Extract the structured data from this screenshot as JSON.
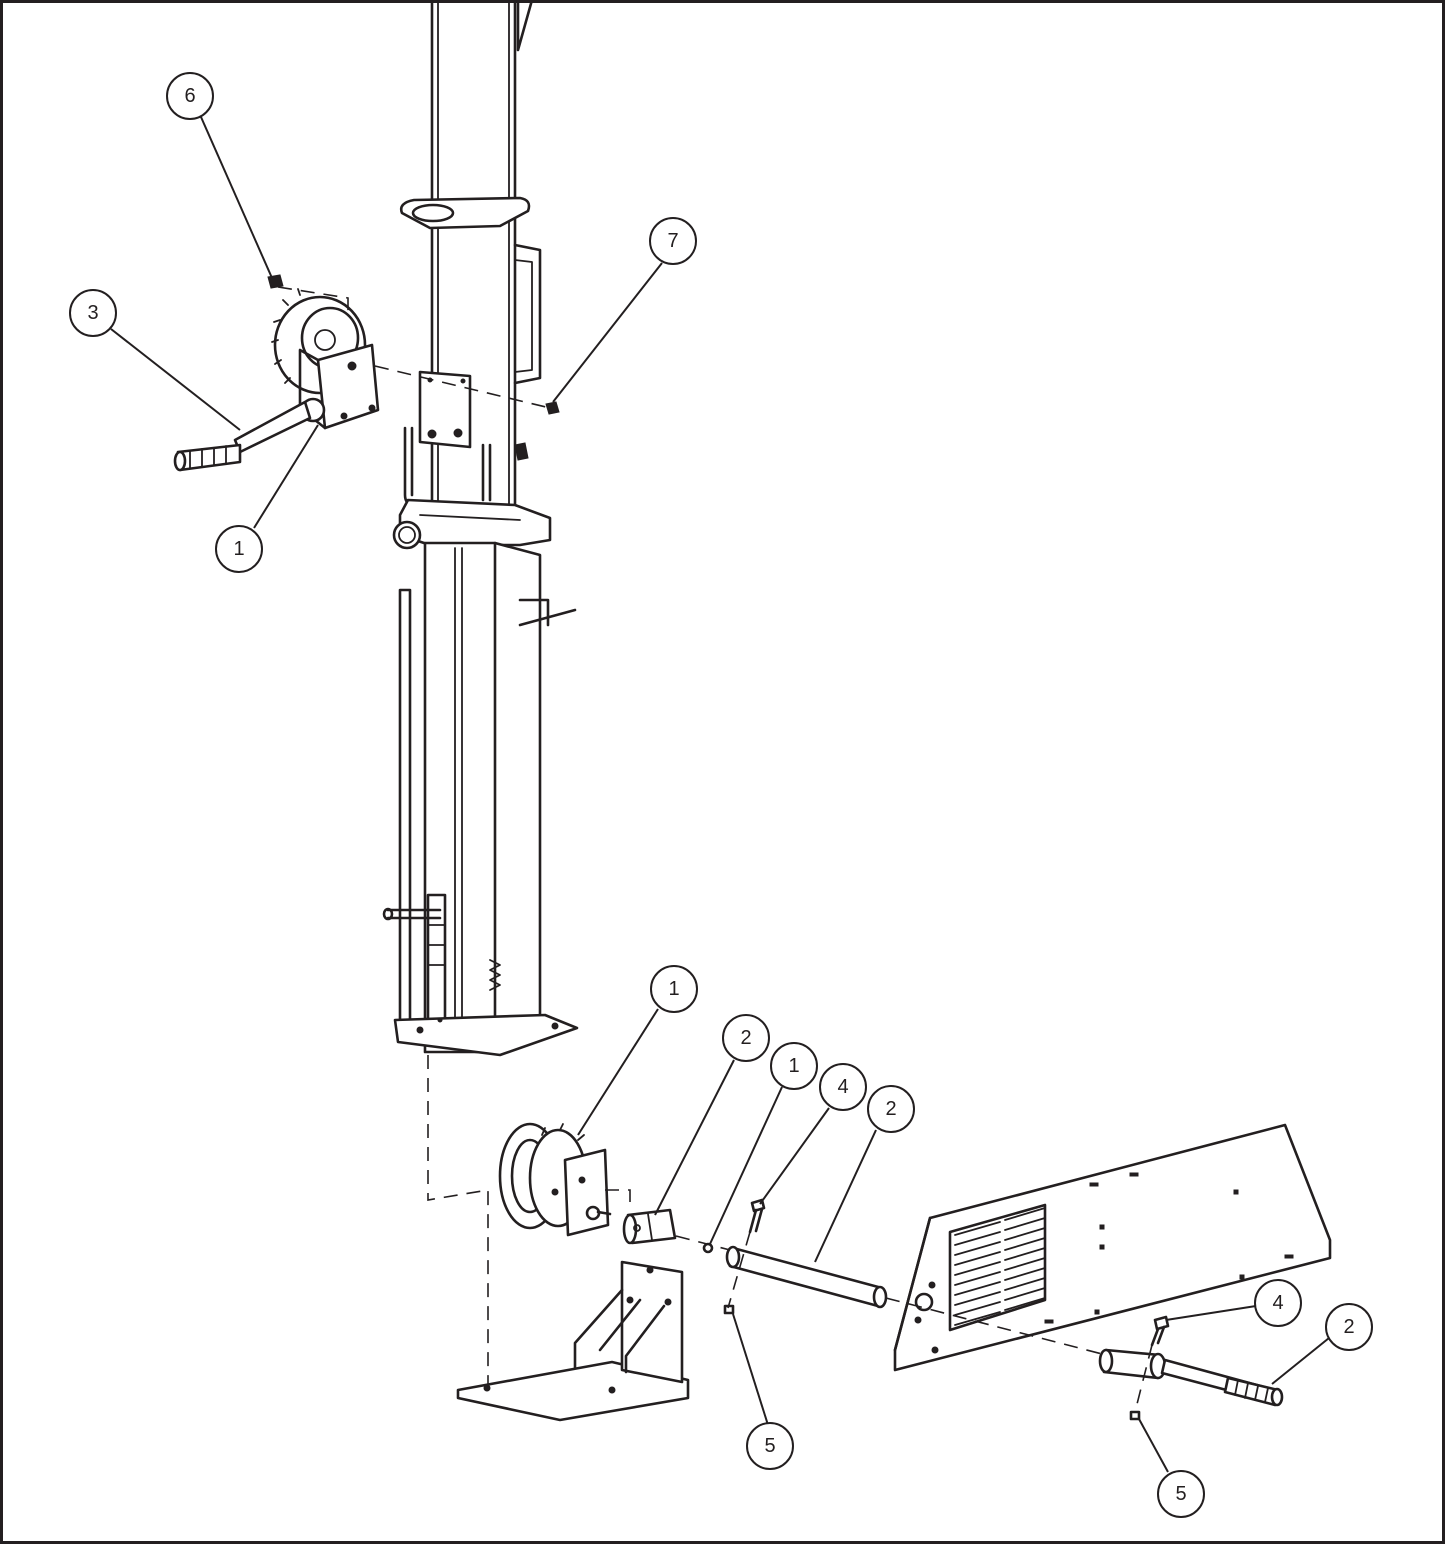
{
  "callouts": [
    {
      "id": "c6-top",
      "label": "6"
    },
    {
      "id": "c7-top",
      "label": "7"
    },
    {
      "id": "c3-top",
      "label": "3"
    },
    {
      "id": "c1-top",
      "label": "1"
    },
    {
      "id": "c1-lower-winch",
      "label": "1"
    },
    {
      "id": "c2-sleeve",
      "label": "2"
    },
    {
      "id": "c1-washer",
      "label": "1"
    },
    {
      "id": "c4-bolt",
      "label": "4"
    },
    {
      "id": "c2-tube",
      "label": "2"
    },
    {
      "id": "c4-bolt-right",
      "label": "4"
    },
    {
      "id": "c2-handle-right",
      "label": "2"
    },
    {
      "id": "c5-nut",
      "label": "5"
    },
    {
      "id": "c5-nut-right",
      "label": "5"
    }
  ],
  "colors": {
    "line": "#231f20",
    "background": "#ffffff"
  }
}
